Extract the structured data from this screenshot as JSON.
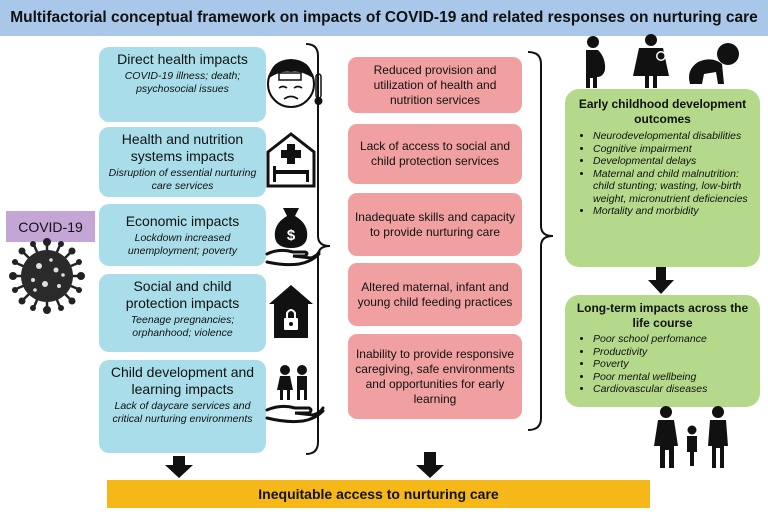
{
  "title": "Multifactorial conceptual framework on impacts of COVID-19 and related responses on nurturing care",
  "covid_label": "COVID-19",
  "impacts": [
    {
      "heading": "Direct health impacts",
      "detail": "COVID-19 illness; death; psychosocial issues",
      "icon": "sick-face-thermometer-icon"
    },
    {
      "heading": "Health and nutrition systems impacts",
      "detail": "Disruption of essential nurturing care services",
      "icon": "hospital-icon"
    },
    {
      "heading": "Economic impacts",
      "detail": "Lockdown increased unemployment; poverty",
      "icon": "money-bag-hand-icon"
    },
    {
      "heading": "Social and child protection impacts",
      "detail": "Teenage pregnancies; orphanhood; violence",
      "icon": "house-lock-icon"
    },
    {
      "heading": "Child development and learning impacts",
      "detail": "Lack of daycare services and critical nurturing environments",
      "icon": "children-hand-icon"
    }
  ],
  "mechanisms": [
    "Reduced provision and utilization of health and nutrition services",
    "Lack of access to social and child protection services",
    "Inadequate skills and capacity to provide nurturing care",
    "Altered maternal, infant and young child feeding practices",
    "Inability to provide responsive caregiving, safe environments and opportunities for early learning"
  ],
  "ecd_outcomes": {
    "heading": "Early childhood development outcomes",
    "items": [
      "Neurodevelopmental disabilities",
      "Cognitive impairment",
      "Developmental delays",
      "Maternal and child malnutrition: child stunting; wasting, low-birth weight, micronutrient deficiencies",
      "Mortality and morbidity"
    ]
  },
  "long_term": {
    "heading": "Long-term impacts across the life course",
    "items": [
      "Poor school perfomance",
      "Productivity",
      "Poverty",
      "Poor mental wellbeing",
      "Cardiovascular diseases"
    ]
  },
  "bottom_label": "Inequitable access to nurturing care",
  "colors": {
    "title_bg": "#a9c7e8",
    "impact_box": "#a8dde9",
    "mechanism_box": "#f0a0a0",
    "outcome_box": "#b5d98a",
    "covid_box": "#c4a6d6",
    "bottom_bar": "#f5b818",
    "virus": "#222222"
  }
}
